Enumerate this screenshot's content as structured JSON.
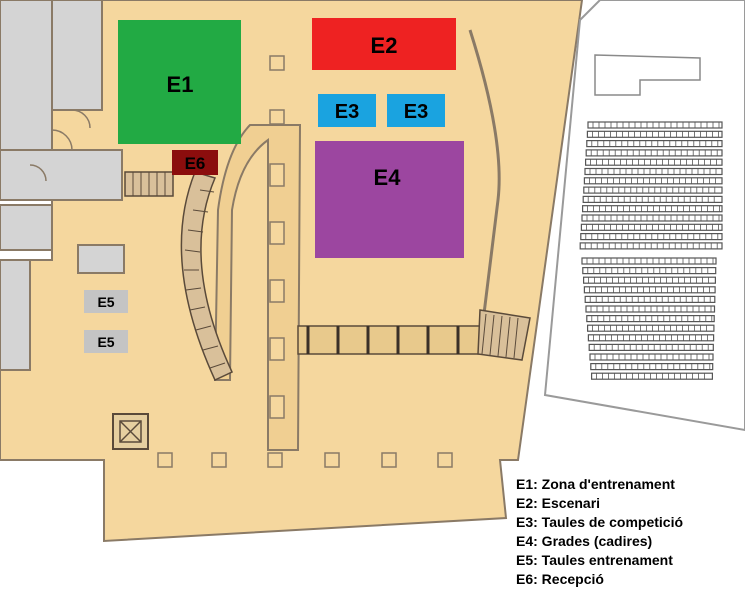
{
  "colors": {
    "floor": "#f5d79e",
    "wall": "#8a7a66",
    "grey_area": "#d4d4d4",
    "E1": "#22aa44",
    "E2": "#ee2222",
    "E3": "#1aa3e0",
    "E4": "#9c46a0",
    "E5": "#c4c4c4",
    "E6": "#8b0d0d"
  },
  "zones": {
    "E1": "E1",
    "E2": "E2",
    "E3a": "E3",
    "E3b": "E3",
    "E4": "E4",
    "E5a": "E5",
    "E5b": "E5",
    "E6": "E6"
  },
  "legend": [
    "E1: Zona d'entrenament",
    "E2: Escenari",
    "E3: Taules de competició",
    "E4: Grades (cadires)",
    "E5: Taules entrenament",
    "E6: Recepció"
  ]
}
